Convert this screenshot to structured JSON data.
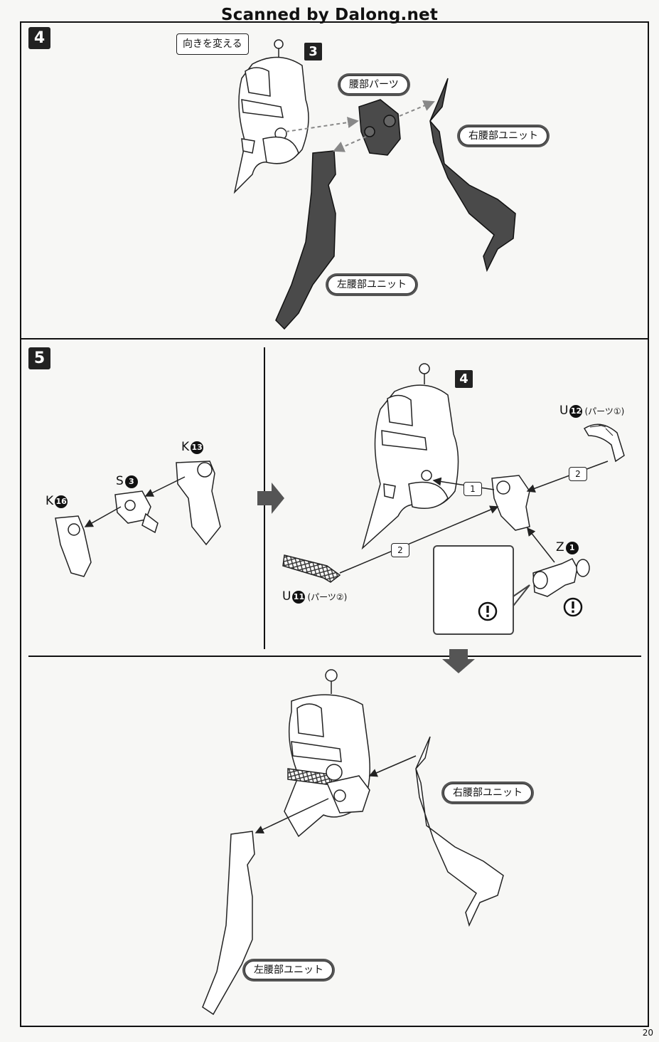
{
  "watermark": "Scanned by Dalong.net",
  "page_number": "20",
  "step4": {
    "number": "4",
    "note": "向きを変える",
    "ref_number": "3",
    "labels": {
      "waist_parts": "腰部パーツ",
      "right_waist": "右腰部ユニット",
      "left_waist": "左腰部ユニット"
    }
  },
  "step5": {
    "number": "5",
    "ref_number": "4",
    "parts": {
      "k16": {
        "letter": "K",
        "num": "16"
      },
      "s3": {
        "letter": "S",
        "num": "3"
      },
      "k13": {
        "letter": "K",
        "num": "13"
      },
      "u12": {
        "letter": "U",
        "num": "12",
        "sub": "(パーツ①)"
      },
      "u11": {
        "letter": "U",
        "num": "11",
        "sub": "(パーツ②)"
      },
      "z1": {
        "letter": "Z",
        "num": "1"
      }
    },
    "order_marks": {
      "first": "1",
      "second_a": "2",
      "second_b": "2"
    }
  },
  "step5_result": {
    "labels": {
      "right_waist": "右腰部ユニット",
      "left_waist": "左腰部ユニット"
    }
  },
  "colors": {
    "dark_part": "#4a4a4a",
    "frame": "#111111",
    "arrow": "#222222"
  }
}
